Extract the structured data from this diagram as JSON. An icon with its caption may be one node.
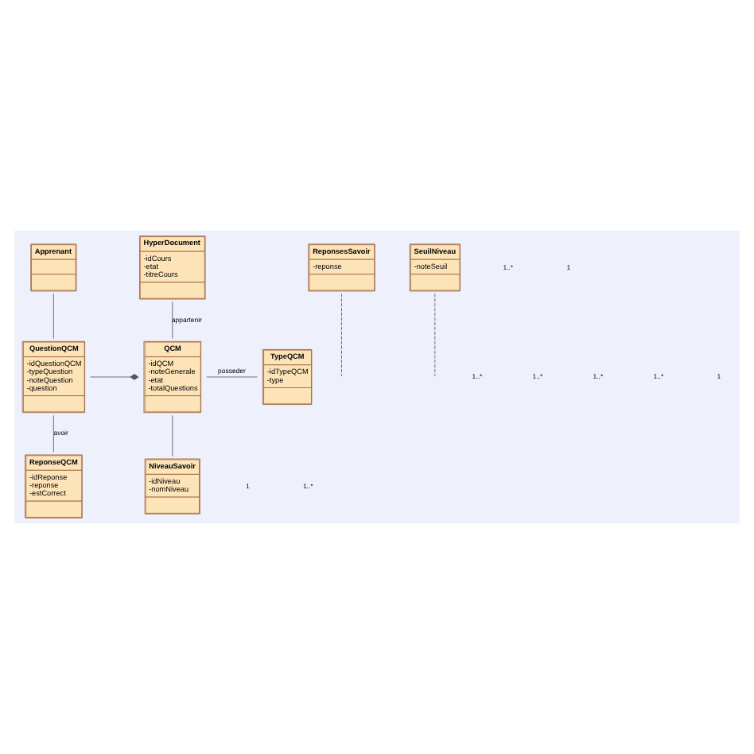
{
  "diagram": {
    "nodes": [
      {
        "text": [
          "Apprenant"
        ]
      },
      {
        "text": [
          "HyperDocument",
          "-idCours",
          "-etat",
          "-titreCours"
        ]
      },
      {
        "text": [
          "ReponsesSavoir",
          "-reponse"
        ]
      },
      {
        "text": [
          "QuestionQCM",
          "-idQuestionQCM",
          "-typeQuestion",
          "-noteQuestion",
          "-question"
        ]
      },
      {
        "text": [
          "QCM",
          "-idQCM",
          "-noteGenerale",
          "-etat",
          "-totalQuestions"
        ]
      },
      {
        "text": [
          "TypeQCM",
          "-idTypeQCM",
          "-type"
        ]
      },
      {
        "text": [
          "SeuilNiveau",
          "-noteSeuil"
        ]
      },
      {
        "text": [
          "ReponseQCM",
          "-idReponse",
          "-reponse",
          "-estCorrect"
        ]
      },
      {
        "text": [
          "NiveauSavoir",
          "-idNiveau",
          "-nomNiveau"
        ]
      }
    ],
    "edges": [
      {
        "from": 0,
        "to": 3,
        "arrow": "none"
      },
      {
        "from": 2,
        "to": null,
        "arrow": "none",
        "style": "dashed"
      },
      {
        "from": 1,
        "to": 4,
        "arrow": "none",
        "label": "appartenir"
      },
      {
        "from": 3,
        "to": 4,
        "arrow": "other"
      },
      {
        "from": 4,
        "to": 5,
        "arrow": "none",
        "label": "posseder"
      },
      {
        "from": 3,
        "to": 7,
        "arrow": "none",
        "label": "avoir"
      },
      {
        "from": 4,
        "to": 8,
        "arrow": "none"
      },
      {
        "from": 6,
        "to": null,
        "arrow": "none",
        "style": "dashed"
      }
    ],
    "labels": [
      "1..*",
      "1",
      "1..*",
      "1..*",
      "1..*",
      "1..*",
      "1",
      "1",
      "1..*"
    ]
  }
}
